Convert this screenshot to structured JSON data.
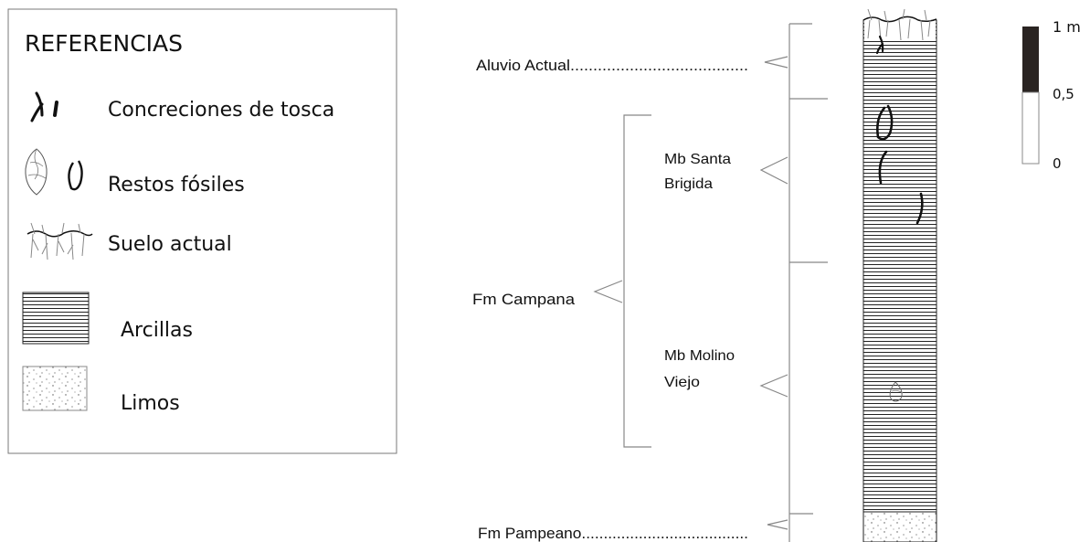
{
  "legend": {
    "title": "REFERENCIAS",
    "items": [
      {
        "icon": "tosca-concretion-icon",
        "label": "Concreciones de tosca"
      },
      {
        "icon": "fossil-shell-icon",
        "label": "Restos fósiles"
      },
      {
        "icon": "soil-roots-icon",
        "label": "Suelo actual"
      },
      {
        "icon": "clay-hatch-icon",
        "label": "Arcillas"
      },
      {
        "icon": "silt-dots-icon",
        "label": "Limos"
      }
    ]
  },
  "units": {
    "aluvio": "Aluvio Actual.......................................",
    "santa_brigida_1": "Mb Santa",
    "santa_brigida_2": "Brigida",
    "campana": "Fm Campana",
    "molino_viejo_1": "Mb Molino",
    "molino_viejo_2": "Viejo",
    "pampeano": "Fm Pampeano......................................"
  },
  "scale": {
    "top": "1 m",
    "mid": "0,5",
    "bottom": "0",
    "fill_color": "#2a2422"
  },
  "colors": {
    "line": "#111111",
    "gray_line": "#8a8a8a",
    "border": "#7a7a7a"
  }
}
